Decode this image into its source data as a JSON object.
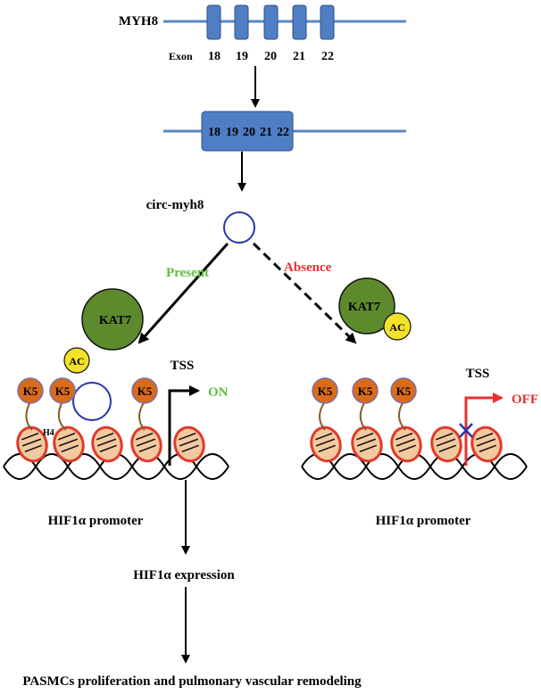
{
  "gene": {
    "name": "MYH8",
    "exon_label": "Exon",
    "exons": [
      "18",
      "19",
      "20",
      "21",
      "22"
    ]
  },
  "merged_exons": [
    "18",
    "19",
    "20",
    "21",
    "22"
  ],
  "circ_label": "circ-myh8",
  "branch": {
    "present": {
      "label": "Present",
      "color": "#5fbf3c"
    },
    "absence": {
      "label": "Absence",
      "color": "#e83030"
    }
  },
  "left": {
    "enzyme": "KAT7",
    "acetyl": "AC",
    "histone_marks": [
      "K5",
      "K5",
      "K5"
    ],
    "histone_label": "H4",
    "tss": "TSS",
    "state": "ON",
    "state_color": "#5fbf3c",
    "promoter": "HIF1α promoter"
  },
  "right": {
    "enzyme": "KAT7",
    "acetyl": "AC",
    "histone_marks": [
      "K5",
      "K5",
      "K5"
    ],
    "tss": "TSS",
    "state": "OFF",
    "state_color": "#e83030",
    "promoter": "HIF1α promoter"
  },
  "expression": "HIF1α expression",
  "outcome": "PASMCs proliferation and pulmonary vascular remodeling",
  "colors": {
    "exon_fill": "#4f7ec4",
    "gene_line": "#5b87c4",
    "circ_stroke": "#2a35a8",
    "kat7_fill": "#5e8a2e",
    "ac_fill": "#f3e22a",
    "k5_fill": "#d96b1a",
    "nucleosome_stroke": "#e03a2a",
    "nucleosome_fill": "#f3c9a0"
  }
}
